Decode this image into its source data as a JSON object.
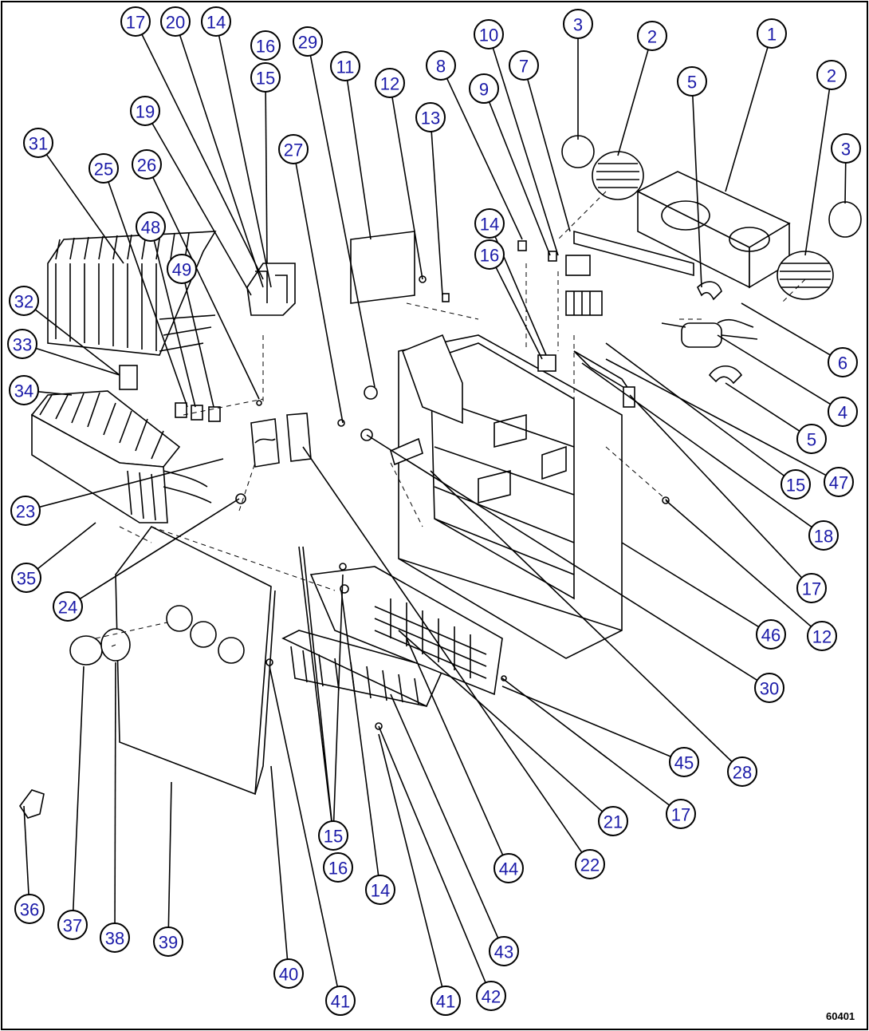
{
  "figure_code": "60401",
  "callouts": [
    "1",
    "2",
    "3",
    "4",
    "5",
    "6",
    "7",
    "8",
    "9",
    "10",
    "11",
    "12",
    "13",
    "14",
    "15",
    "16",
    "17",
    "18",
    "19",
    "20",
    "21",
    "22",
    "23",
    "24",
    "25",
    "26",
    "27",
    "28",
    "29",
    "30",
    "31",
    "32",
    "33",
    "34",
    "35",
    "36",
    "37",
    "38",
    "39",
    "40",
    "41",
    "42",
    "43",
    "44",
    "45",
    "46",
    "47",
    "48",
    "49"
  ],
  "colors": {
    "callout_fill": "#ffffff",
    "callout_stroke": "#000000",
    "callout_text": "#1a1aa8",
    "line_art": "#000000",
    "frame": "#000000"
  }
}
